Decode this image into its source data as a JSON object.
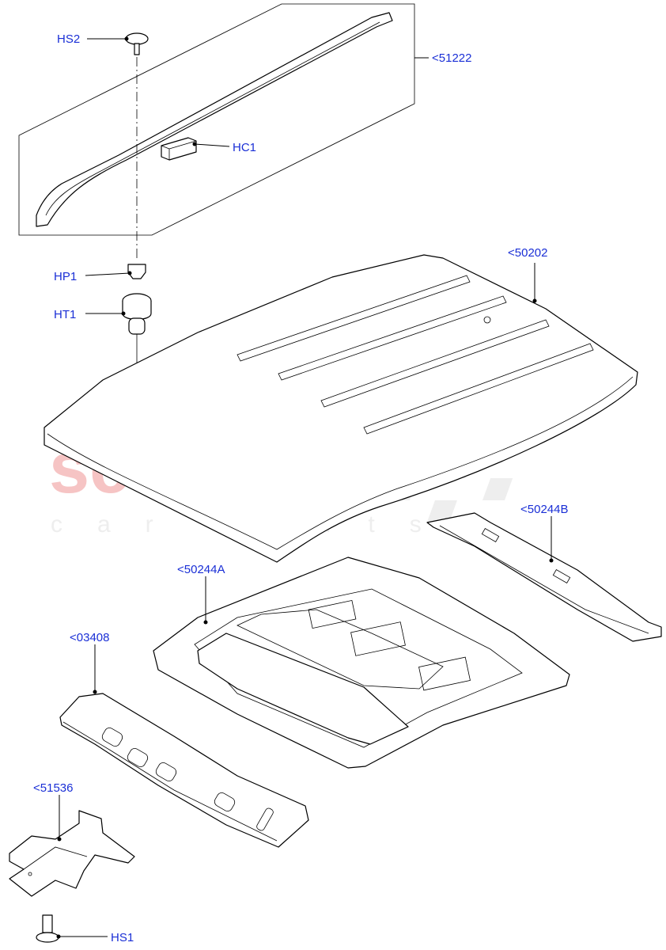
{
  "watermark": {
    "main": "scuderia",
    "sub": "car parts"
  },
  "labels": {
    "hs2": "HS2",
    "p51222": "<51222",
    "hc1": "HC1",
    "hp1": "HP1",
    "ht1": "HT1",
    "p50202": "<50202",
    "p50244b": "<50244B",
    "p50244a": "<50244A",
    "p03408": "<03408",
    "p51536": "<51536",
    "hs1": "HS1"
  },
  "colors": {
    "label": "#1a2fd6",
    "line": "#000000",
    "watermark": "#f6c4c4"
  }
}
